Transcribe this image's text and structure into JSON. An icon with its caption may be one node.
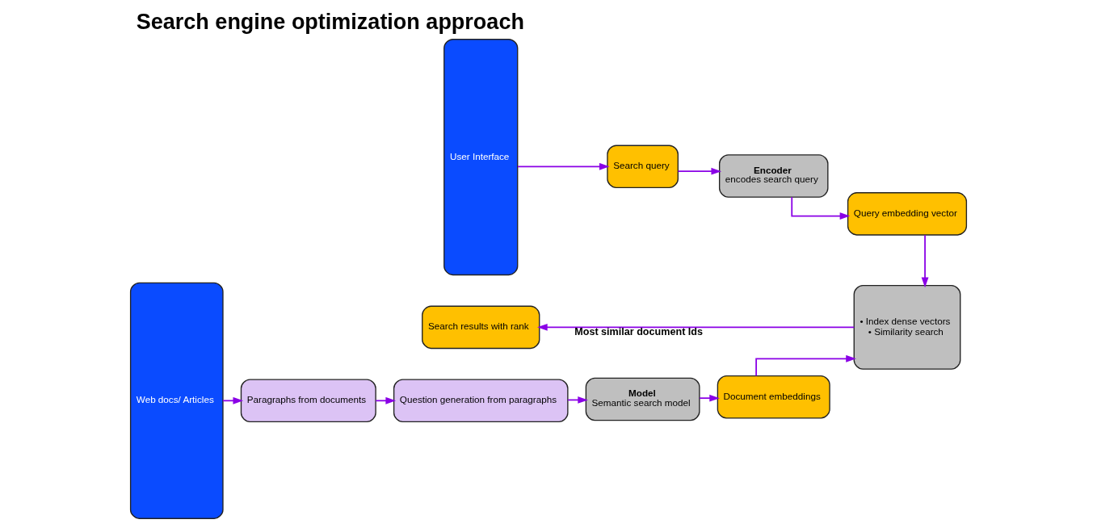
{
  "diagram": {
    "title": "Search engine optimization approach",
    "nodes": [
      {
        "text": [
          "User Interface"
        ]
      },
      {
        "text": [
          "Search query"
        ]
      },
      {
        "text": [
          "Encoder",
          "encodes search query"
        ]
      },
      {
        "text": [
          "Query embedding vector"
        ]
      },
      {
        "text": [
          "Web docs/ Articles"
        ]
      },
      {
        "text": [
          "Search results with rank"
        ]
      },
      {
        "text": [
          "• Index dense vectors",
          "• Similarity search"
        ]
      },
      {
        "text": [
          "Document embeddings"
        ]
      },
      {
        "text": [
          "Model",
          "Semantic search model"
        ]
      },
      {
        "text": [
          "Question generation from paragraphs"
        ]
      },
      {
        "text": [
          "Paragraphs from documents"
        ]
      }
    ],
    "edges": [
      {
        "from": 0,
        "to": 1,
        "arrow": "to"
      },
      {
        "from": 1,
        "to": 2,
        "arrow": "to"
      },
      {
        "from": 2,
        "to": 3,
        "arrow": "to"
      },
      {
        "from": 3,
        "to": 6,
        "arrow": "to"
      },
      {
        "from": 4,
        "to": 10,
        "arrow": "to"
      },
      {
        "from": 10,
        "to": 9,
        "arrow": "to"
      },
      {
        "from": 9,
        "to": 8,
        "arrow": "to"
      },
      {
        "from": 8,
        "to": 7,
        "arrow": "to"
      },
      {
        "from": 7,
        "to": 6,
        "arrow": "to"
      },
      {
        "from": 6,
        "to": 5,
        "arrow": "to",
        "label": "Most similar document Ids"
      }
    ]
  }
}
